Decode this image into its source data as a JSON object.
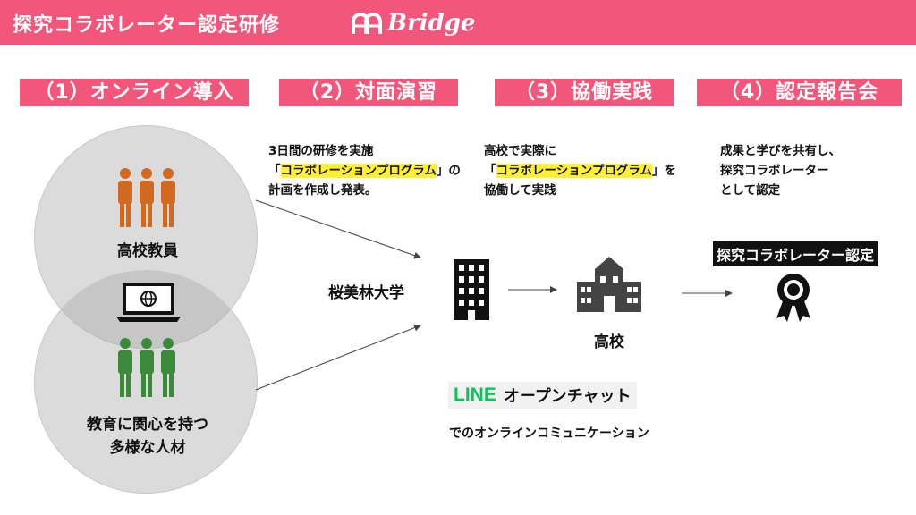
{
  "header": {
    "title": "探究コラボレーター認定研修",
    "logo_text": "Bridge"
  },
  "steps": [
    {
      "label": "（1）オンライン導入"
    },
    {
      "label": "（2）対面演習"
    },
    {
      "label": "（3）協働実践"
    },
    {
      "label": "（4）認定報告会"
    }
  ],
  "descriptions": {
    "step2": {
      "line1": "3日間の研修を実施",
      "line2_pre": "「",
      "line2_hl": "コラボレーションプログラム",
      "line2_post": "」の",
      "line3": "計画を作成し発表。"
    },
    "step3": {
      "line1": "高校で実際に",
      "line2_pre": "「",
      "line2_hl": "コラボレーションプログラム",
      "line2_post": "」を",
      "line3": "協働して実践"
    },
    "step4": {
      "line1": "成果と学びを共有し、",
      "line2": "探究コラボレーター",
      "line3": "として認定"
    }
  },
  "circles": {
    "top_label": "高校教員",
    "bottom_label_line1": "教育に関心を持つ",
    "bottom_label_line2": "多様な人材"
  },
  "nodes": {
    "university": "桜美林大学",
    "high_school": "高校",
    "certification": "探究コラボレーター認定"
  },
  "line": {
    "brand": "LINE",
    "chat": "オープンチャット",
    "subtitle": "でのオンラインコミュニケーション"
  },
  "colors": {
    "accent": "#f2567a",
    "teachers_icon": "#d2691e",
    "people_icon": "#3a8a3a",
    "highlight": "#fff033",
    "line_green": "#06c755"
  }
}
